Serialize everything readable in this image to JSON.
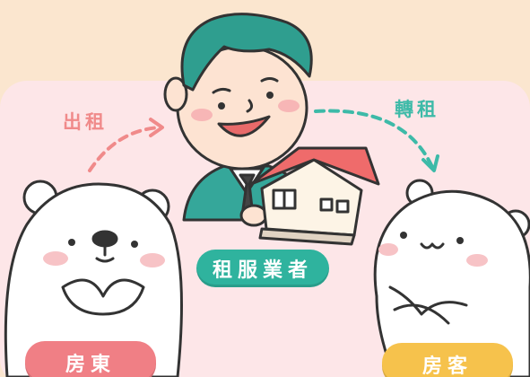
{
  "labels": {
    "left_arrow": "出租",
    "right_arrow": "轉租",
    "middle_role": "租服業者",
    "left_role": "房東",
    "right_role": "房客"
  },
  "colors": {
    "sky": "#fbe6cf",
    "ground": "#fde6e8",
    "left_arrow": "#f08a8a",
    "right_arrow": "#3dbaa8",
    "middle_pill": "#2fb39e",
    "left_pill": "#f07f85",
    "right_pill": "#f6c24c",
    "suit": "#35a79a",
    "hair": "#2f9e8f",
    "roof": "#ef6b6b"
  },
  "icons": {
    "person": "agent-person-icon",
    "house": "house-icon",
    "left_animal": "polar-bear-icon",
    "right_animal": "hamster-icon"
  }
}
